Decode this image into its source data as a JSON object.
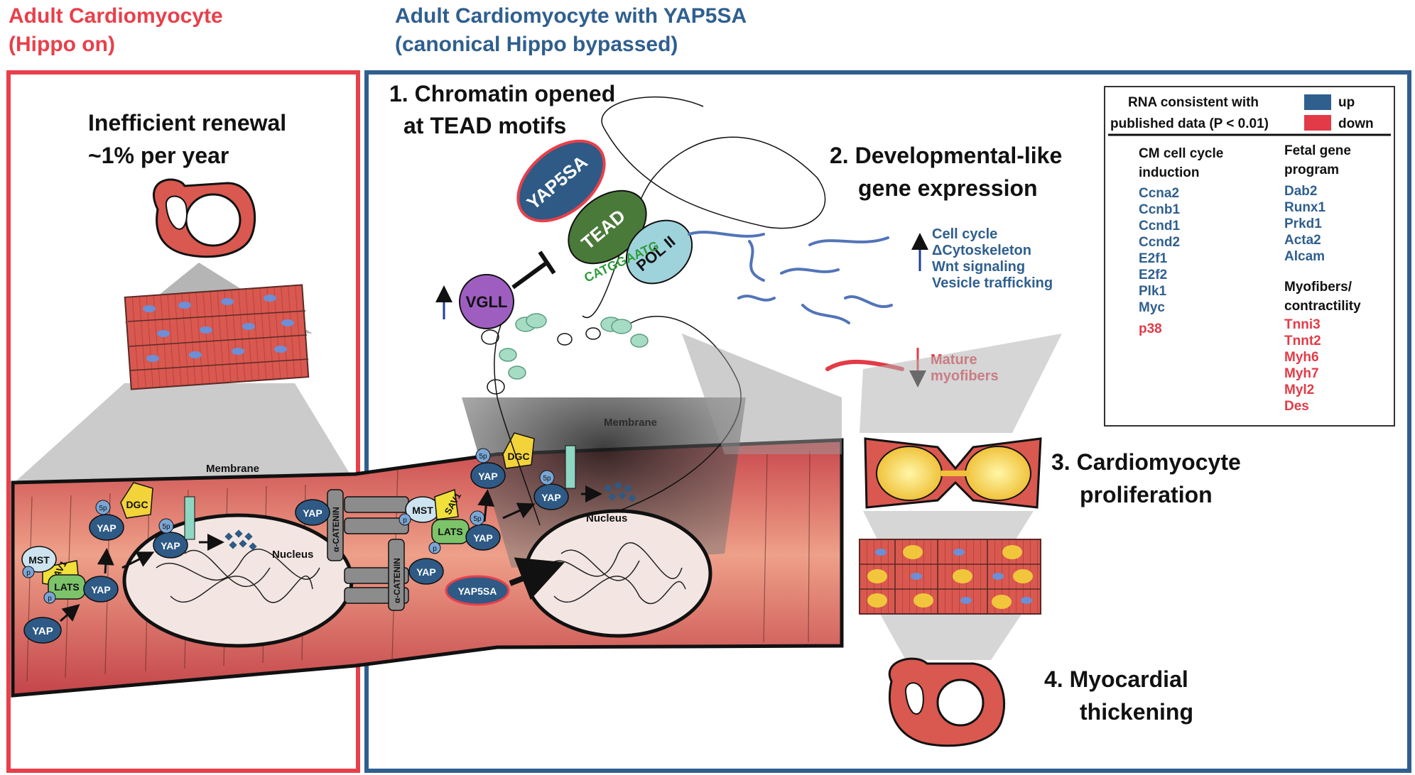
{
  "left_panel": {
    "title_line1": "Adult Cardiomyocyte",
    "title_line2": "(Hippo on)",
    "renewal_line1": "Inefficient renewal",
    "renewal_line2": "~1% per year"
  },
  "right_panel": {
    "title_line1": "Adult Cardiomyocyte with YAP5SA",
    "title_line2": "(canonical Hippo bypassed)"
  },
  "steps": {
    "s1_line1": "1. Chromatin opened",
    "s1_line2": "at TEAD motifs",
    "s2_line1": "2. Developmental-like",
    "s2_line2": "gene expression",
    "s3_line1": "3. Cardiomyocyte",
    "s3_line2": "proliferation",
    "s4_line1": "4. Myocardial",
    "s4_line2": "thickening"
  },
  "molecules": {
    "yap5sa": "YAP5SA",
    "tead": "TEAD",
    "pol2": "POL II",
    "vgll": "VGLL",
    "motif": "CATGGAATG",
    "yap": "YAP",
    "mst": "MST",
    "sav": "SAV1",
    "lats": "LATS",
    "dgc": "DGC",
    "catenin": "α-CATENIN",
    "phos": "5p",
    "p": "p",
    "membrane": "Membrane",
    "nucleus": "Nucleus"
  },
  "effects": {
    "up_items": [
      "Cell cycle",
      "ΔCytoskeleton",
      "Wnt signaling",
      "Vesicle trafficking"
    ],
    "down_items": [
      "Mature",
      "myofibers"
    ]
  },
  "legend": {
    "header_line1": "RNA consistent with",
    "header_line2": "published data (P < 0.01)",
    "up_label": "up",
    "down_label": "down",
    "col1_heading_line1": "CM cell cycle",
    "col1_heading_line2": "induction",
    "col1_up_genes": [
      "Ccna2",
      "Ccnb1",
      "Ccnd1",
      "Ccnd2",
      "E2f1",
      "E2f2",
      "Plk1",
      "Myc"
    ],
    "col1_down_genes": [
      "p38"
    ],
    "col2_heading_line1": "Fetal gene",
    "col2_heading_line2": "program",
    "col2_up_genes": [
      "Dab2",
      "Runx1",
      "Prkd1",
      "Acta2",
      "Alcam"
    ],
    "col3_heading_line1": "Myofibers/",
    "col3_heading_line2": "contractility",
    "col3_down_genes": [
      "Tnni3",
      "Tnnt2",
      "Myh6",
      "Myh7",
      "Myl2",
      "Des"
    ]
  },
  "colors": {
    "left_accent": "#e8404b",
    "right_accent": "#2f5f8f",
    "yap_fill": "#2e5a85",
    "up_color": "#2f5f8f",
    "down_color": "#e23b47",
    "tead_fill": "#4a7a3a",
    "pol_fill": "#9fd3dc",
    "vgll_fill": "#9d5ec0",
    "lats_fill": "#7cc36a",
    "sav_fill": "#f1df3a",
    "mst_fill": "#cde4f0",
    "dgc_fill": "#f3d33a"
  }
}
